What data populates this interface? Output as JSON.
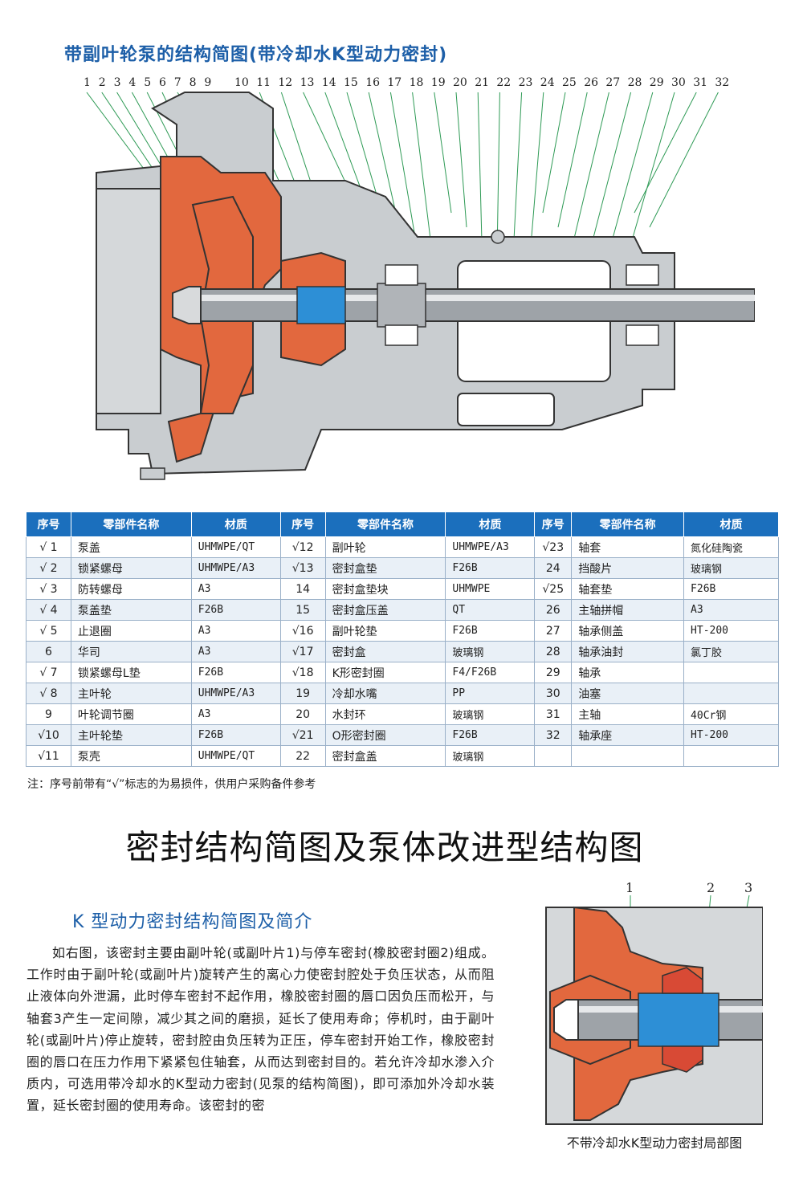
{
  "header": {
    "title": "带副叶轮泵的结构简图(带冷却水K型动力密封)"
  },
  "diagram": {
    "callout_numbers": [
      "1",
      "2",
      "3",
      "4",
      "5",
      "6",
      "7",
      "8",
      "9",
      "10",
      "11",
      "12",
      "13",
      "14",
      "15",
      "16",
      "17",
      "18",
      "19",
      "20",
      "21",
      "22",
      "23",
      "24",
      "25",
      "26",
      "27",
      "28",
      "29",
      "30",
      "31",
      "32"
    ]
  },
  "table": {
    "headers": [
      "序号",
      "零部件名称",
      "材质",
      "序号",
      "零部件名称",
      "材质",
      "序号",
      "零部件名称",
      "材质"
    ],
    "rows": [
      [
        "√ 1",
        "泵盖",
        "UHMWPE/QT",
        "√12",
        "副叶轮",
        "UHMWPE/A3",
        "√23",
        "轴套",
        "氮化硅陶瓷"
      ],
      [
        "√ 2",
        "锁紧螺母",
        "UHMWPE/A3",
        "√13",
        "密封盒垫",
        "F26B",
        "24",
        "挡酸片",
        "玻璃钢"
      ],
      [
        "√ 3",
        "防转螺母",
        "A3",
        "14",
        "密封盒垫块",
        "UHMWPE",
        "√25",
        "轴套垫",
        "F26B"
      ],
      [
        "√ 4",
        "泵盖垫",
        "F26B",
        "15",
        "密封盒压盖",
        "QT",
        "26",
        "主轴拼帽",
        "A3"
      ],
      [
        "√ 5",
        "止退圈",
        "A3",
        "√16",
        "副叶轮垫",
        "F26B",
        "27",
        "轴承侧盖",
        "HT-200"
      ],
      [
        "6",
        "华司",
        "A3",
        "√17",
        "密封盒",
        "玻璃钢",
        "28",
        "轴承油封",
        "氯丁胶"
      ],
      [
        "√ 7",
        "锁紧螺母L垫",
        "F26B",
        "√18",
        "K形密封圈",
        "F4/F26B",
        "29",
        "轴承",
        ""
      ],
      [
        "√ 8",
        "主叶轮",
        "UHMWPE/A3",
        "19",
        "冷却水嘴",
        "PP",
        "30",
        "油塞",
        ""
      ],
      [
        "9",
        "叶轮调节圈",
        "A3",
        "20",
        "水封环",
        "玻璃钢",
        "31",
        "主轴",
        "40Cr钢"
      ],
      [
        "√10",
        "主叶轮垫",
        "F26B",
        "√21",
        "O形密封圈",
        "F26B",
        "32",
        "轴承座",
        "HT-200"
      ],
      [
        "√11",
        "泵壳",
        "UHMWPE/QT",
        "22",
        "密封盒盖",
        "玻璃钢",
        "",
        "",
        " "
      ]
    ]
  },
  "note": "注：序号前带有“√”标志的为易损件，供用户采购备件参考",
  "section": {
    "title": "密封结构简图及泵体改进型结构图",
    "subtitle": "K 型动力密封结构简图及简介",
    "paragraph": "如右图，该密封主要由副叶轮(或副叶片1)与停车密封(橡胶密封圈2)组成。工作时由于副叶轮(或副叶片)旋转产生的离心力使密封腔处于负压状态，从而阻止液体向外泄漏，此时停车密封不起作用，橡胶密封圈的唇口因负压而松开，与轴套3产生一定间隙，减少其之间的磨损，延长了使用寿命；停机时，由于副叶轮(或副叶片)停止旋转，密封腔由负压转为正压，停车密封开始工作，橡胶密封圈的唇口在压力作用下紧紧包住轴套，从而达到密封目的。若允许冷却水渗入介质内，可选用带冷却水的K型动力密封(见泵的结构简图)，即可添加外冷却水装置，延长密封圈的使用寿命。该密封的密"
  },
  "seal_diagram": {
    "labels": [
      "1",
      "2",
      "3"
    ],
    "caption": "不带冷却水K型动力密封局部图"
  },
  "colors": {
    "accent": "#1b6fbd",
    "orange": "#e2683e",
    "casing": "#c9cdd0",
    "shaft": "#9ea3a8",
    "blue_sleeve": "#2d8fd6"
  }
}
